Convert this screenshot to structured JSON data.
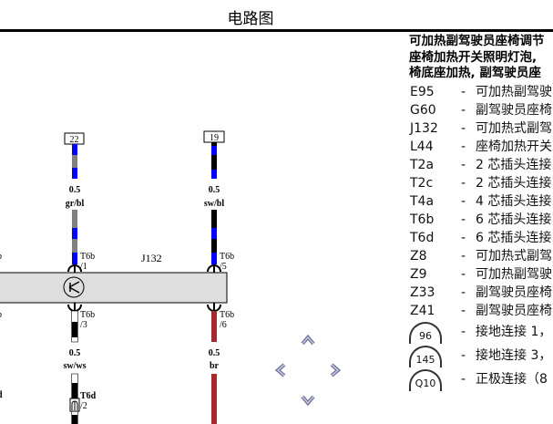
{
  "title": "电路图",
  "diagram": {
    "component": "J132",
    "wires": [
      {
        "terminal": "22",
        "size": "0.5",
        "color": "gr/bl",
        "conn": "T6b",
        "pin": "/1"
      },
      {
        "terminal": "19",
        "size": "0.5",
        "color": "sw/bl",
        "conn": "T6b",
        "pin": "/5"
      },
      {
        "size": "0.5",
        "color": "sw/ws",
        "conn": "T6b",
        "pin": "/3",
        "conn2": "T6d",
        "pin2": "/2"
      },
      {
        "size": "0.5",
        "color": "br",
        "conn": "T6b",
        "pin": "/6"
      }
    ],
    "edge_fragments": [
      "b",
      "b",
      "d"
    ]
  },
  "legend": {
    "header": [
      "可加热副驾驶员座椅调节",
      "座椅加热开关照明灯泡,",
      "椅底座加热, 副驾驶员座"
    ],
    "items": [
      {
        "code": "E95",
        "dash": "-",
        "desc": "可加热副驾驶"
      },
      {
        "code": "G60",
        "dash": "-",
        "desc": "副驾驶员座椅"
      },
      {
        "code": "J132",
        "dash": "-",
        "desc": "可加热式副驾"
      },
      {
        "code": "L44",
        "dash": "-",
        "desc": "座椅加热开关"
      },
      {
        "code": "T2a",
        "dash": "-",
        "desc": "2 芯插头连接"
      },
      {
        "code": "T2c",
        "dash": "-",
        "desc": "2 芯插头连接"
      },
      {
        "code": "T4a",
        "dash": "-",
        "desc": "4 芯插头连接"
      },
      {
        "code": "T6b",
        "dash": "-",
        "desc": "6 芯插头连接"
      },
      {
        "code": "T6d",
        "dash": "-",
        "desc": "6 芯插头连接"
      },
      {
        "code": "Z8",
        "dash": "-",
        "desc": "可加热式副驾"
      },
      {
        "code": "Z9",
        "dash": "-",
        "desc": "可加热副驾驶"
      },
      {
        "code": "Z33",
        "dash": "-",
        "desc": "副驾驶员座椅"
      },
      {
        "code": "Z41",
        "dash": "-",
        "desc": "副驾驶员座椅"
      }
    ],
    "grounds": [
      {
        "code": "96",
        "dash": "-",
        "desc": "接地连接 1，"
      },
      {
        "code": "145",
        "dash": "-",
        "desc": "接地连接 3，"
      },
      {
        "code": "Q10",
        "dash": "-",
        "desc": "正极连接（8"
      }
    ]
  }
}
